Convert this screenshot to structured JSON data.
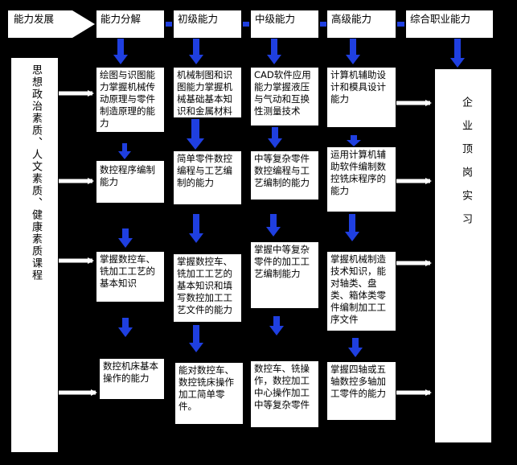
{
  "headers": {
    "dev": "能力发展",
    "decompose": "能力分解",
    "junior": "初级能力",
    "middle": "中级能力",
    "senior": "高级能力",
    "comprehensive": "综合职业能力"
  },
  "left_column": "思想政治素质、人文素质、健康素质课程",
  "right_column": "企业顶岗实习",
  "decompose": [
    "绘图与识图能力掌握机械传动原理与零件制造原理的能力",
    "数控程序编制能力",
    "掌握数控车、铣加工工艺的基本知识",
    "数控机床基本操作的能力"
  ],
  "junior": [
    "机械制图和识图能力掌握机械基础基本知识和金属材料",
    "简单零件数控编程与工艺编制的能力",
    "掌握数控车、铣加工工艺的基本知识和填写数控加工工艺文件的能力",
    "能对数控车、数控铣床操作加工简单零件。"
  ],
  "middle": [
    "CAD软件应用能力掌握液压与气动和互换性测量技术",
    "中等复杂零件数控编程与工艺编制的能力",
    "掌握中等复杂零件的加工工艺编制能力",
    "数控车、铣操作，数控加工中心操作加工中等复杂零件"
  ],
  "senior": [
    "计算机辅助设计和模具设计能力",
    "运用计算机辅助软件编制数控铣床程序的能力",
    "掌握机械制造技术知识，能对轴类、盘类、箱体类零件编制加工工序文件",
    "掌握四轴或五轴数控多轴加工零件的能力"
  ],
  "colors": {
    "background": "#000000",
    "box": "#ffffff",
    "arrow_blue": "#1f3fe0",
    "arrow_white": "#ffffff"
  }
}
